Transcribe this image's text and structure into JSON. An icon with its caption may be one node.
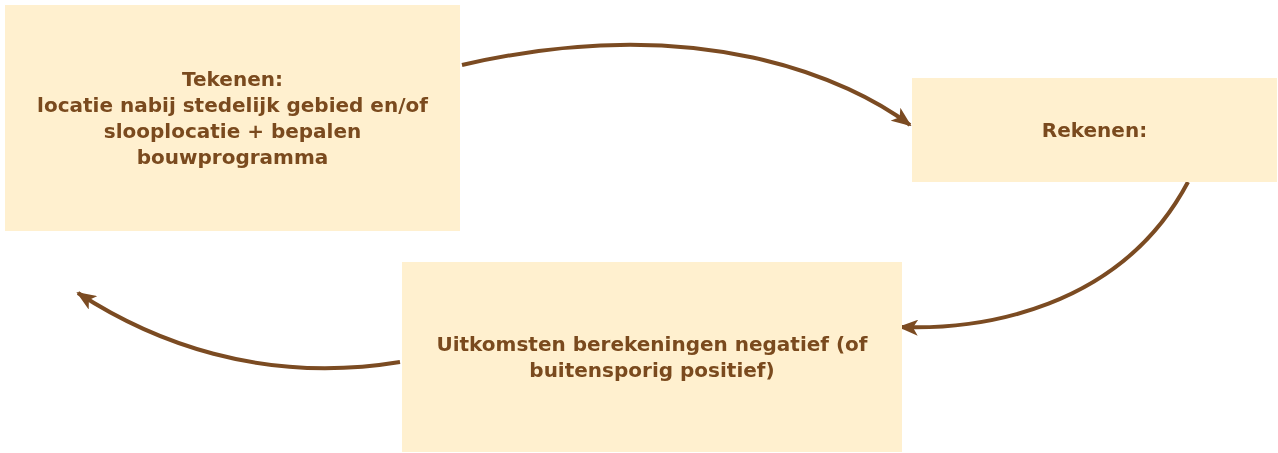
{
  "diagram": {
    "nodes": [
      {
        "text": [
          "Tekenen:",
          "locatie nabij stedelijk gebied en/of slooplocatie + bepalen bouwprogramma"
        ]
      },
      {
        "text": [
          "Rekenen:"
        ]
      },
      {
        "text": [
          "Uitkomsten berekeningen negatief (of buitensporig positief)"
        ]
      }
    ],
    "edges": [
      {
        "from": 0,
        "to": 1,
        "arrow": "to"
      },
      {
        "from": 1,
        "to": 2,
        "arrow": "to"
      },
      {
        "from": 2,
        "to": null,
        "arrow": "to"
      }
    ]
  }
}
